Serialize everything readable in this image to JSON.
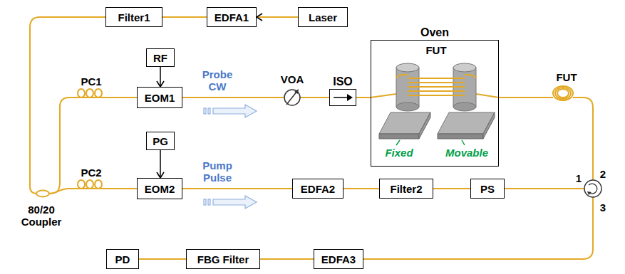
{
  "diagram": {
    "nodes": [
      {
        "text": [
          "Filter1"
        ]
      },
      {
        "text": [
          "EDFA1"
        ]
      },
      {
        "text": [
          "Laser"
        ]
      },
      {
        "text": [
          "RF"
        ]
      },
      {
        "text": [
          "EOM1"
        ]
      },
      {
        "text": [
          "ISO"
        ]
      },
      {
        "text": [
          "Oven"
        ]
      },
      {
        "text": [
          "PG"
        ]
      },
      {
        "text": [
          "EOM2"
        ]
      },
      {
        "text": [
          "EDFA2"
        ]
      },
      {
        "text": [
          "Filter2"
        ]
      },
      {
        "text": [
          "PS"
        ]
      },
      {
        "text": [
          "PD"
        ]
      },
      {
        "text": [
          "FBG Filter"
        ]
      },
      {
        "text": [
          "EDFA3"
        ]
      }
    ],
    "edges": [
      {
        "from": 2,
        "to": 1,
        "arrow": "to"
      },
      {
        "from": 1,
        "to": 0,
        "arrow": "none"
      },
      {
        "from": 3,
        "to": 4,
        "arrow": "to"
      },
      {
        "from": 4,
        "to": 5,
        "arrow": "none"
      },
      {
        "from": 5,
        "to": 6,
        "arrow": "none"
      },
      {
        "from": 7,
        "to": 8,
        "arrow": "to"
      },
      {
        "from": 8,
        "to": 9,
        "arrow": "none"
      },
      {
        "from": 9,
        "to": 10,
        "arrow": "none"
      },
      {
        "from": 10,
        "to": 11,
        "arrow": "none"
      },
      {
        "from": 14,
        "to": 13,
        "arrow": "none"
      },
      {
        "from": 13,
        "to": 12,
        "arrow": "none"
      }
    ],
    "labels": [
      "PC1",
      "80/20 Coupler",
      "PC2",
      "Probe CW",
      "Pump Pulse",
      "VOA",
      "FUT",
      "Fixed",
      "Movable",
      "FUT",
      "1",
      "2",
      "3"
    ]
  }
}
